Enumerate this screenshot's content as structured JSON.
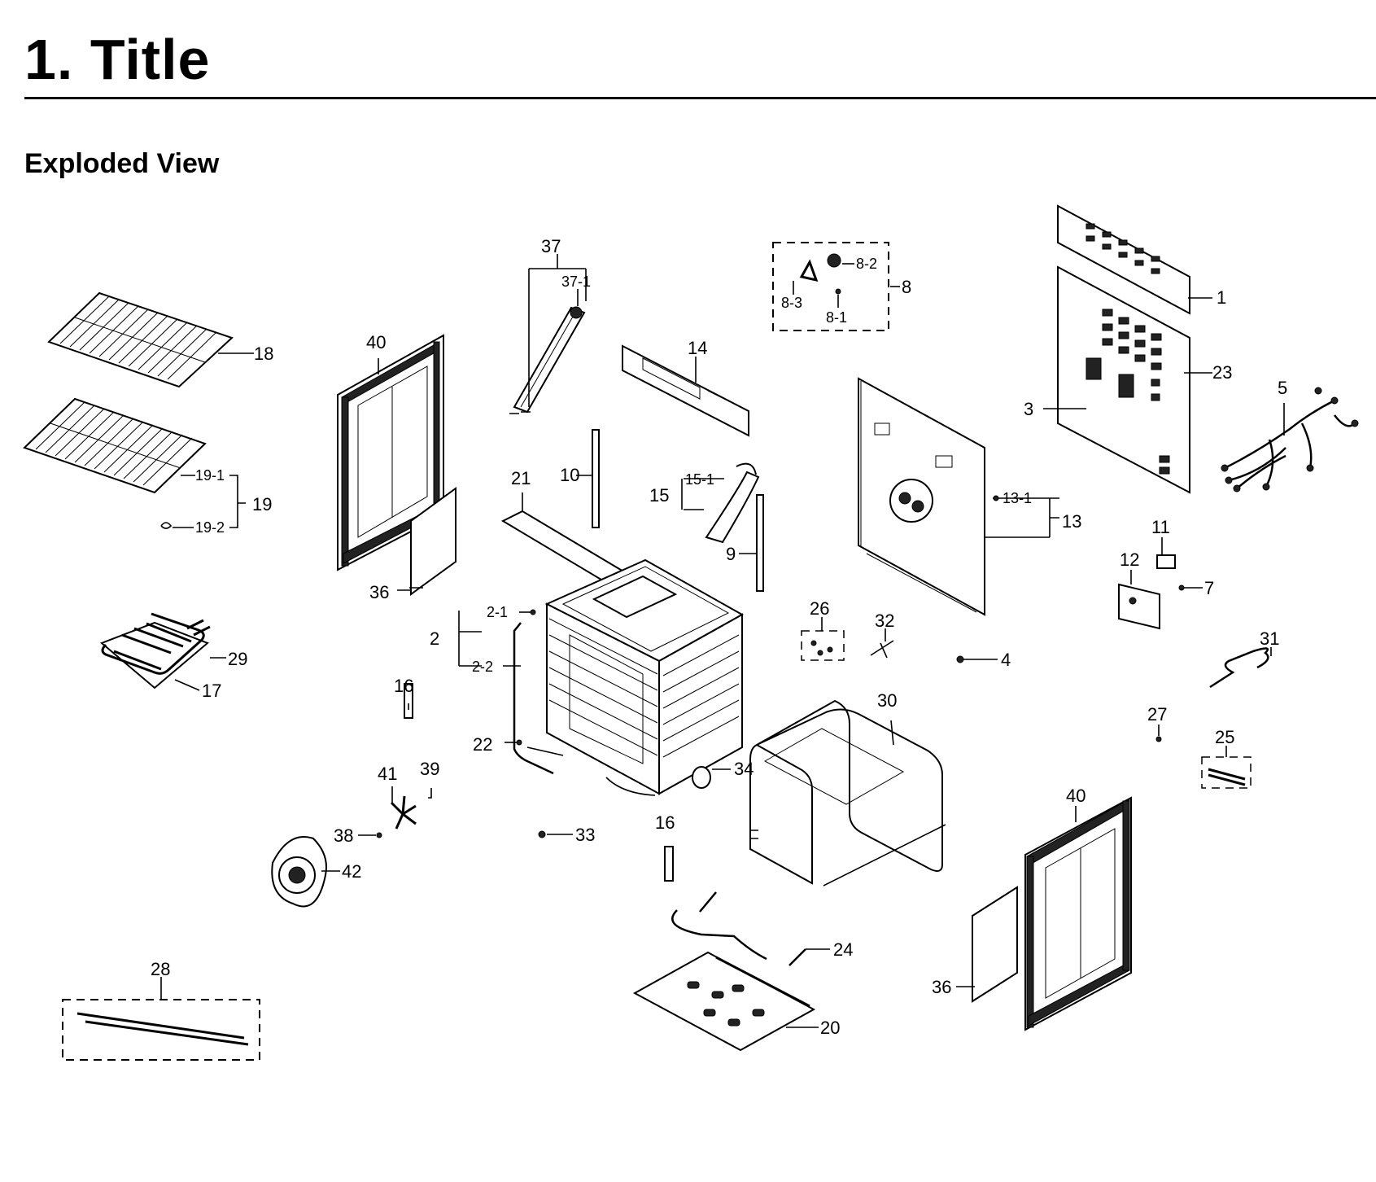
{
  "header": {
    "title": "1.  Title",
    "subtitle": "Exploded View"
  },
  "diagram": {
    "labels": {
      "p1": "1",
      "p2": "2",
      "p2_1": "2-1",
      "p2_2": "2-2",
      "p3": "3",
      "p4": "4",
      "p5": "5",
      "p7": "7",
      "p8": "8",
      "p8_1": "8-1",
      "p8_2": "8-2",
      "p8_3": "8-3",
      "p9": "9",
      "p10": "10",
      "p11": "11",
      "p12": "12",
      "p13": "13",
      "p13_1": "13-1",
      "p14": "14",
      "p15": "15",
      "p15_1": "15-1",
      "p16a": "16",
      "p16b": "16",
      "p17": "17",
      "p18": "18",
      "p19": "19",
      "p19_1": "19-1",
      "p19_2": "19-2",
      "p20": "20",
      "p21": "21",
      "p22": "22",
      "p23": "23",
      "p24": "24",
      "p25": "25",
      "p26": "26",
      "p27": "27",
      "p28": "28",
      "p29": "29",
      "p30": "30",
      "p31": "31",
      "p32": "32",
      "p33": "33",
      "p34": "34",
      "p36a": "36",
      "p36b": "36",
      "p37": "37",
      "p37_1": "37-1",
      "p38": "38",
      "p39": "39",
      "p40a": "40",
      "p40b": "40",
      "p41": "41",
      "p42": "42"
    }
  }
}
